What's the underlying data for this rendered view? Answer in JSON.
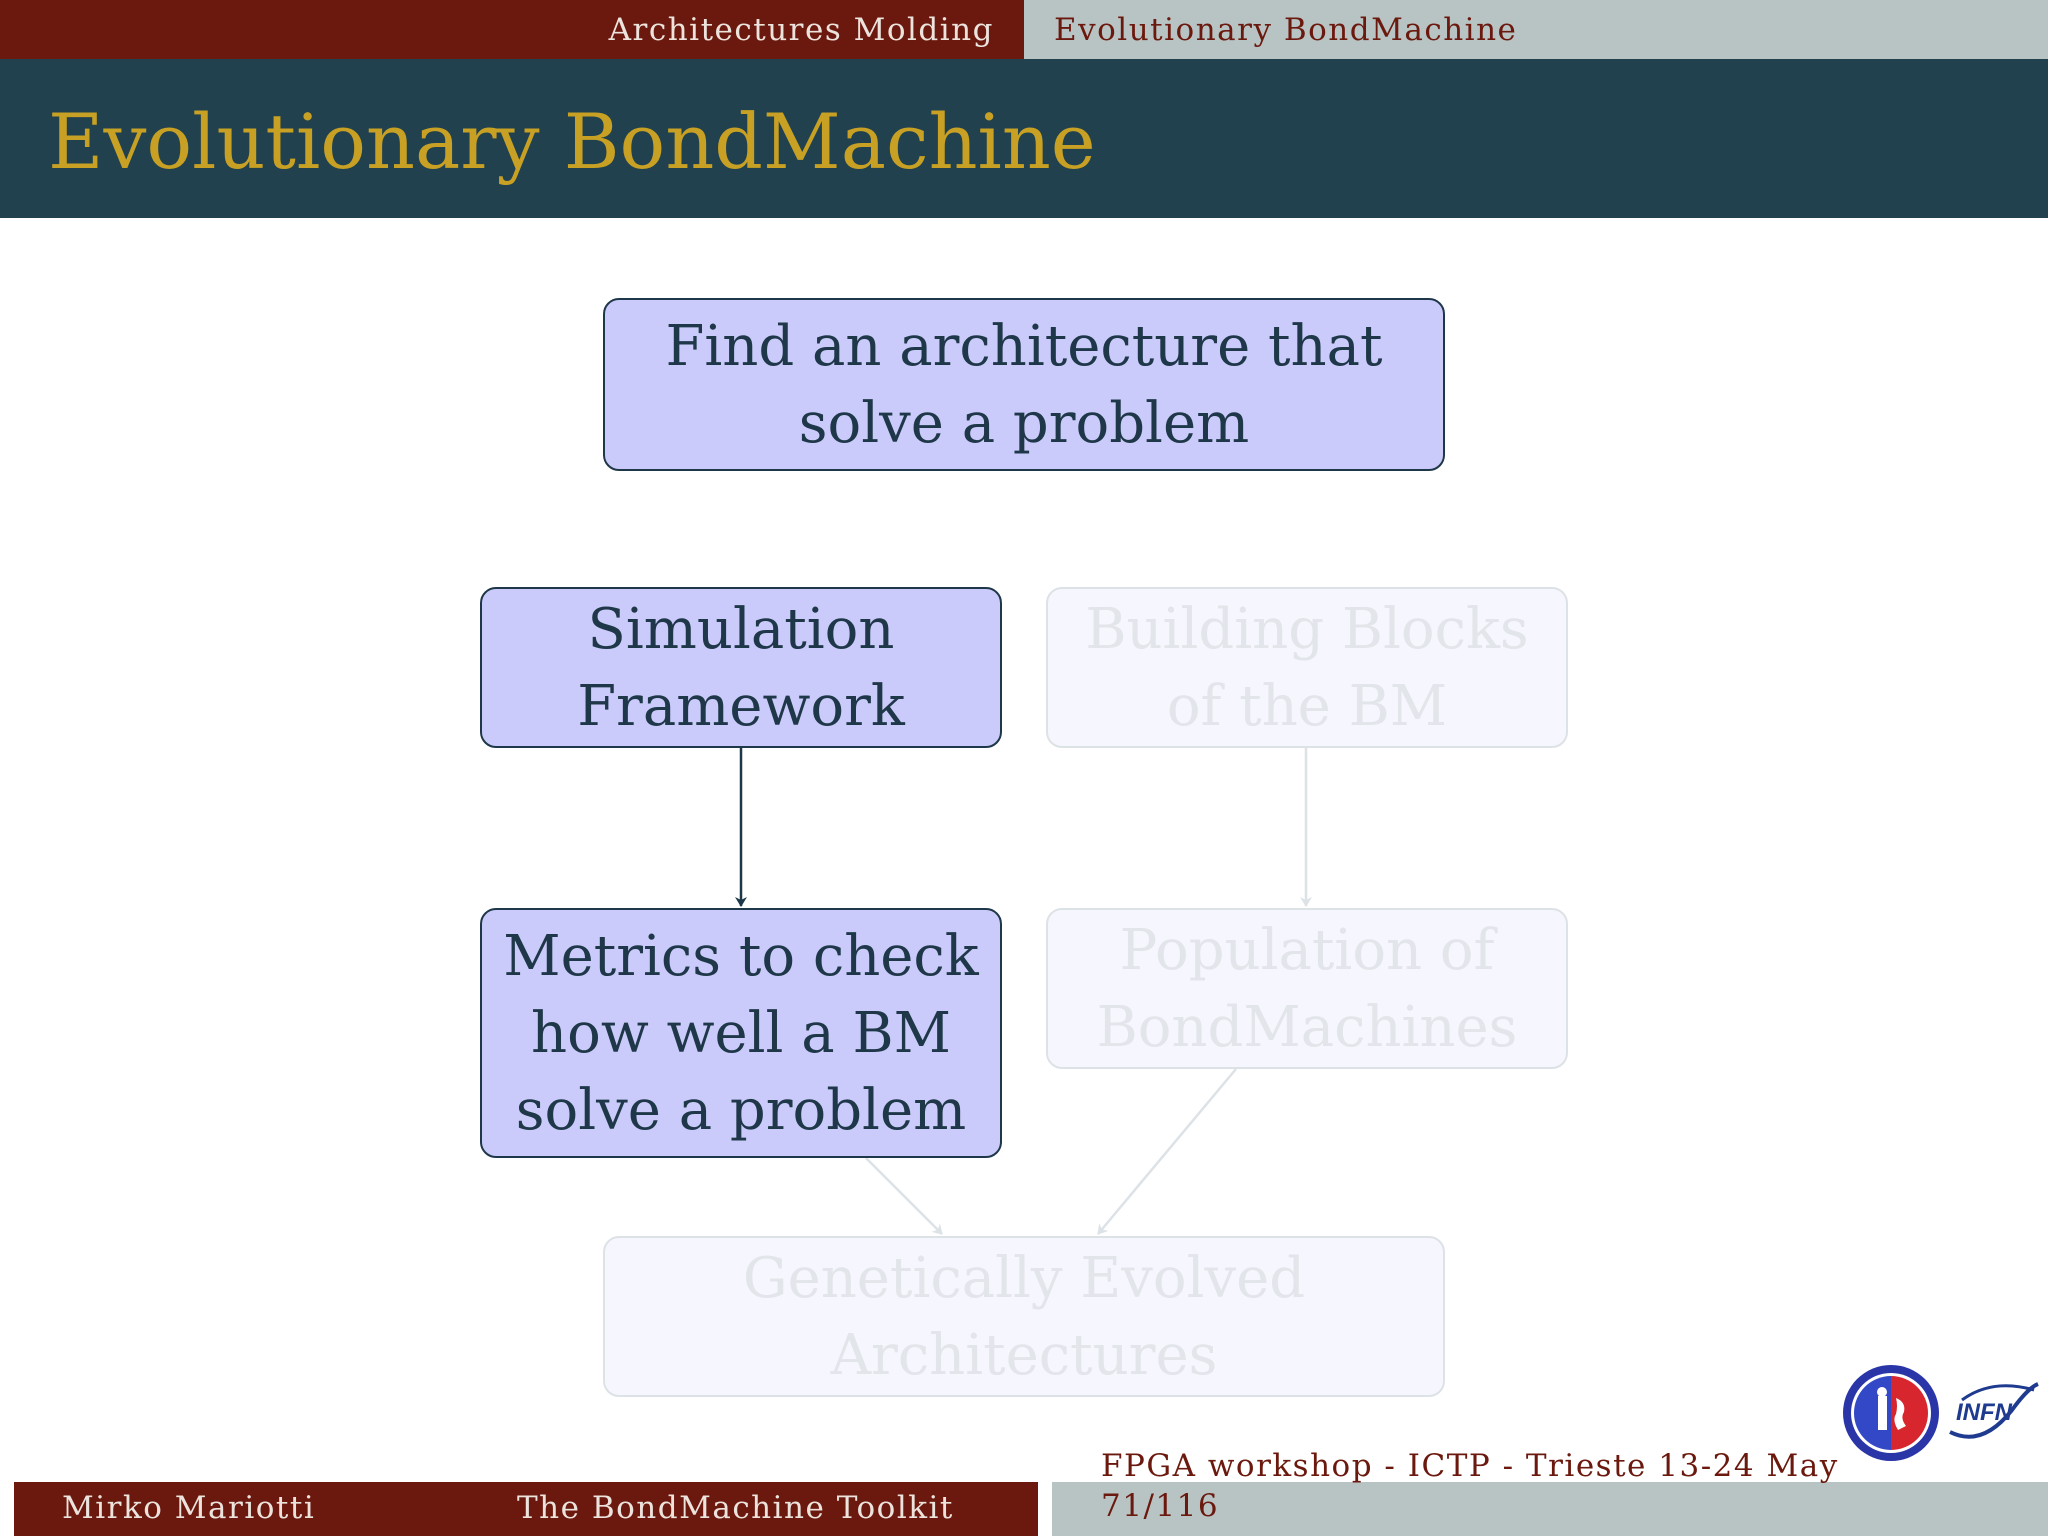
{
  "nav": {
    "section": "Architectures Molding",
    "subsection": "Evolutionary BondMachine"
  },
  "slide": {
    "title": "Evolutionary BondMachine"
  },
  "diagram": {
    "nodes": [
      {
        "id": "goal",
        "lines": [
          "Find an architecture that",
          "solve a problem"
        ],
        "highlighted": true
      },
      {
        "id": "simulation",
        "lines": [
          "Simulation",
          "Framework"
        ],
        "highlighted": true
      },
      {
        "id": "building-blocks",
        "lines": [
          "Building Blocks",
          "of the BM"
        ],
        "highlighted": false
      },
      {
        "id": "metrics",
        "lines": [
          "Metrics to check",
          "how well a BM",
          "solve a problem"
        ],
        "highlighted": true
      },
      {
        "id": "population",
        "lines": [
          "Population of",
          "BondMachines"
        ],
        "highlighted": false
      },
      {
        "id": "evolved",
        "lines": [
          "Genetically Evolved",
          "Architectures"
        ],
        "highlighted": false
      }
    ],
    "edges": [
      {
        "from": "simulation",
        "to": "metrics",
        "highlighted": true
      },
      {
        "from": "building-blocks",
        "to": "population",
        "highlighted": false
      },
      {
        "from": "metrics",
        "to": "evolved",
        "highlighted": false
      },
      {
        "from": "population",
        "to": "evolved",
        "highlighted": false
      }
    ],
    "colors": {
      "node_fill": "#cbcbfb",
      "node_border": "#1f3849",
      "faded_fill": "#f6f6fe",
      "faded_border": "#dde2e6",
      "faded_text": "#e2e5ea"
    }
  },
  "footer": {
    "author": "Mirko Mariotti",
    "talk": "The BondMachine Toolkit",
    "event": "FPGA workshop - ICTP - Trieste 13-24 May",
    "page": "71/116"
  },
  "logos": {
    "university_seal_icon": "university-seal-icon",
    "infn": "INFN"
  },
  "colors": {
    "top_left_bar": "#6b190e",
    "top_right_bar": "#b8c4c4",
    "title_bar": "#21414e",
    "title_text": "#c7a024"
  }
}
